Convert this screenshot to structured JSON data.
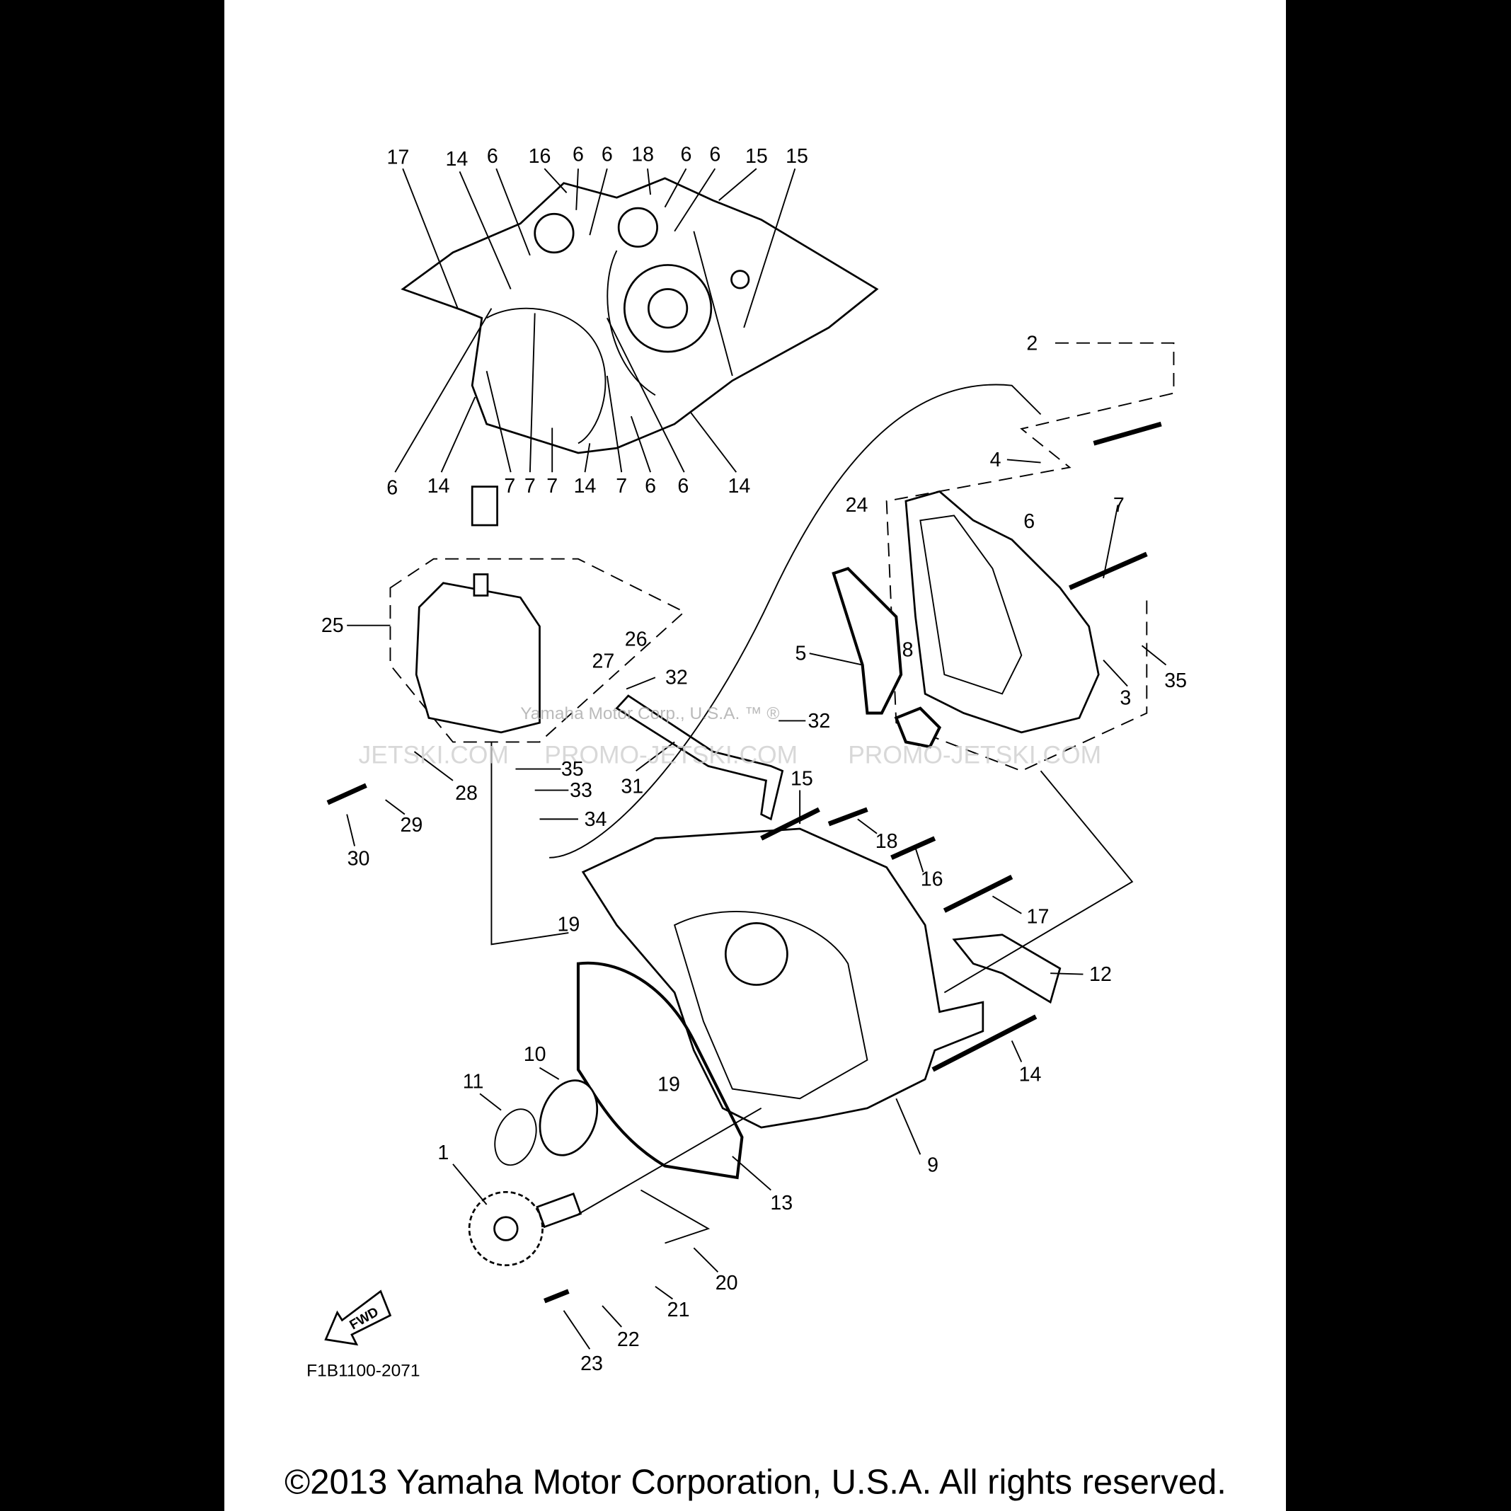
{
  "diagram": {
    "code": "F1B1100-2071",
    "fwd_label": "FWD",
    "copyright": "©2013 Yamaha Motor Corporation, U.S.A. All rights reserved.",
    "watermark_left": "JETSKI.COM",
    "watermark_mid": "PROMO-JETSKI.COM",
    "watermark_right": "PROMO-JETSKI.COM",
    "watermark_overlay": "Yamaha Motor Corp., U.S.A. ™ ®",
    "callouts": [
      "17",
      "14",
      "6",
      "16",
      "6",
      "6",
      "18",
      "6",
      "6",
      "15",
      "15",
      "6",
      "14",
      "7",
      "7",
      "7",
      "14",
      "7",
      "6",
      "6",
      "14",
      "2",
      "4",
      "24",
      "7",
      "6",
      "5",
      "8",
      "3",
      "35",
      "25",
      "26",
      "27",
      "32",
      "32",
      "35",
      "33",
      "34",
      "31",
      "15",
      "28",
      "29",
      "30",
      "18",
      "16",
      "17",
      "19",
      "12",
      "14",
      "10",
      "11",
      "19",
      "1",
      "9",
      "13",
      "20",
      "21",
      "22",
      "23"
    ]
  }
}
